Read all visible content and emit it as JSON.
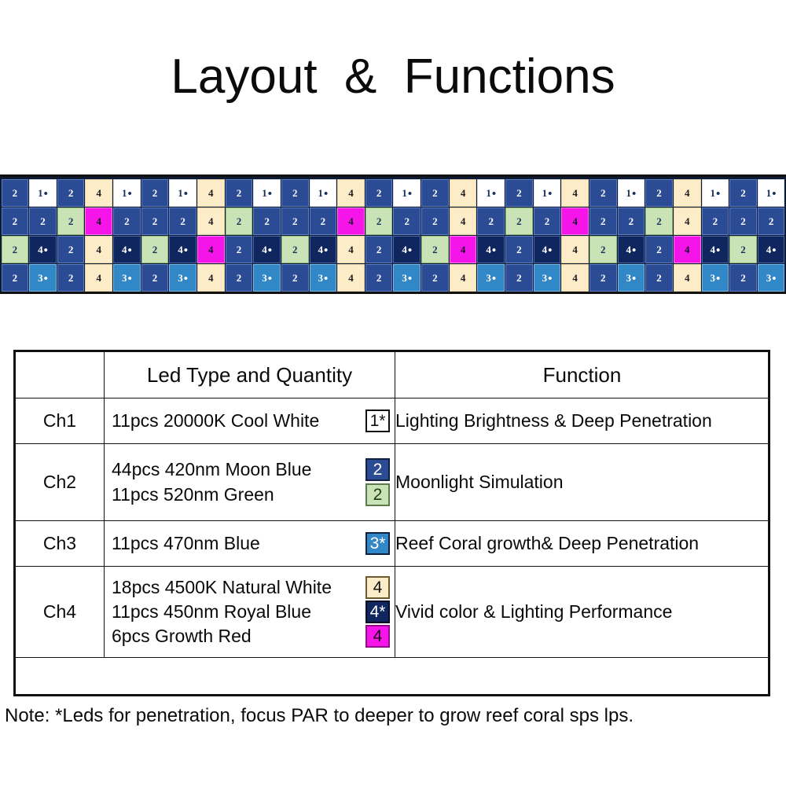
{
  "title": "Layout  &  Functions",
  "note": "Note: *Leds for penetration, focus PAR to deeper to grow reef coral sps lps.",
  "led_legend": {
    "moonblue": {
      "label": "2",
      "color": "#2c4b95",
      "name": "420nm Moon Blue"
    },
    "green": {
      "label": "2",
      "color": "#c9e2b6",
      "name": "520nm Green"
    },
    "coolwhite": {
      "label": "1*",
      "color": "#ffffff",
      "name": "20000K Cool White"
    },
    "natwhite": {
      "label": "4",
      "color": "#fcecc8",
      "name": "4500K Natural White"
    },
    "royalblue": {
      "label": "4*",
      "color": "#10265e",
      "name": "450nm Royal Blue"
    },
    "growthred": {
      "label": "4",
      "color": "#f515e8",
      "name": "Growth Red"
    },
    "blue470": {
      "label": "3*",
      "color": "#3287c6",
      "name": "470nm Blue"
    }
  },
  "led_grid": {
    "columns": 28,
    "rows": [
      [
        "moonblue",
        "coolwhite",
        "moonblue",
        "natwhite",
        "coolwhite",
        "moonblue",
        "coolwhite",
        "natwhite",
        "moonblue",
        "coolwhite",
        "moonblue",
        "coolwhite",
        "natwhite",
        "moonblue",
        "coolwhite",
        "moonblue",
        "natwhite",
        "coolwhite",
        "moonblue",
        "coolwhite",
        "natwhite",
        "moonblue",
        "coolwhite",
        "moonblue",
        "natwhite",
        "coolwhite",
        "moonblue",
        "coolwhite"
      ],
      [
        "moonblue",
        "moonblue",
        "green",
        "growthred",
        "moonblue",
        "moonblue",
        "moonblue",
        "natwhite",
        "green",
        "moonblue",
        "moonblue",
        "moonblue",
        "growthred",
        "green",
        "moonblue",
        "moonblue",
        "natwhite",
        "moonblue",
        "green",
        "moonblue",
        "growthred",
        "moonblue",
        "moonblue",
        "green",
        "natwhite",
        "moonblue",
        "moonblue",
        "moonblue"
      ],
      [
        "green",
        "royalblue",
        "moonblue",
        "natwhite",
        "royalblue",
        "green",
        "royalblue",
        "growthred",
        "moonblue",
        "royalblue",
        "green",
        "royalblue",
        "natwhite",
        "moonblue",
        "royalblue",
        "green",
        "growthred",
        "royalblue",
        "moonblue",
        "royalblue",
        "natwhite",
        "green",
        "royalblue",
        "moonblue",
        "growthred",
        "royalblue",
        "green",
        "royalblue"
      ],
      [
        "moonblue",
        "blue470",
        "moonblue",
        "natwhite",
        "blue470",
        "moonblue",
        "blue470",
        "natwhite",
        "moonblue",
        "blue470",
        "moonblue",
        "blue470",
        "natwhite",
        "moonblue",
        "blue470",
        "moonblue",
        "natwhite",
        "blue470",
        "moonblue",
        "blue470",
        "natwhite",
        "moonblue",
        "blue470",
        "moonblue",
        "natwhite",
        "blue470",
        "moonblue",
        "blue470"
      ]
    ]
  },
  "table": {
    "headers": {
      "channel": "",
      "led_type": "Led Type and Quantity",
      "function": "Function"
    },
    "rows": [
      {
        "channel": "Ch1",
        "leds": [
          {
            "text": "11pcs 20000K Cool White",
            "badge": "1*",
            "badge_class": "b-coolwhite"
          }
        ],
        "function": "Lighting Brightness & Deep Penetration"
      },
      {
        "channel": "Ch2",
        "leds": [
          {
            "text": "44pcs 420nm Moon Blue",
            "badge": "2",
            "badge_class": "b-moonblue"
          },
          {
            "text": "11pcs 520nm Green",
            "badge": "2",
            "badge_class": "b-green"
          }
        ],
        "function": "Moonlight Simulation"
      },
      {
        "channel": "Ch3",
        "leds": [
          {
            "text": "11pcs 470nm Blue",
            "badge": "3*",
            "badge_class": "b-blue470"
          }
        ],
        "function": "Reef Coral growth& Deep Penetration"
      },
      {
        "channel": "Ch4",
        "leds": [
          {
            "text": "18pcs 4500K Natural White",
            "badge": "4",
            "badge_class": "b-natwhite"
          },
          {
            "text": "11pcs 450nm Royal Blue",
            "badge": "4*",
            "badge_class": "b-royalblue"
          },
          {
            "text": "6pcs Growth Red",
            "badge": "4",
            "badge_class": "b-growthred"
          }
        ],
        "function": "Vivid color & Lighting Performance"
      }
    ]
  }
}
